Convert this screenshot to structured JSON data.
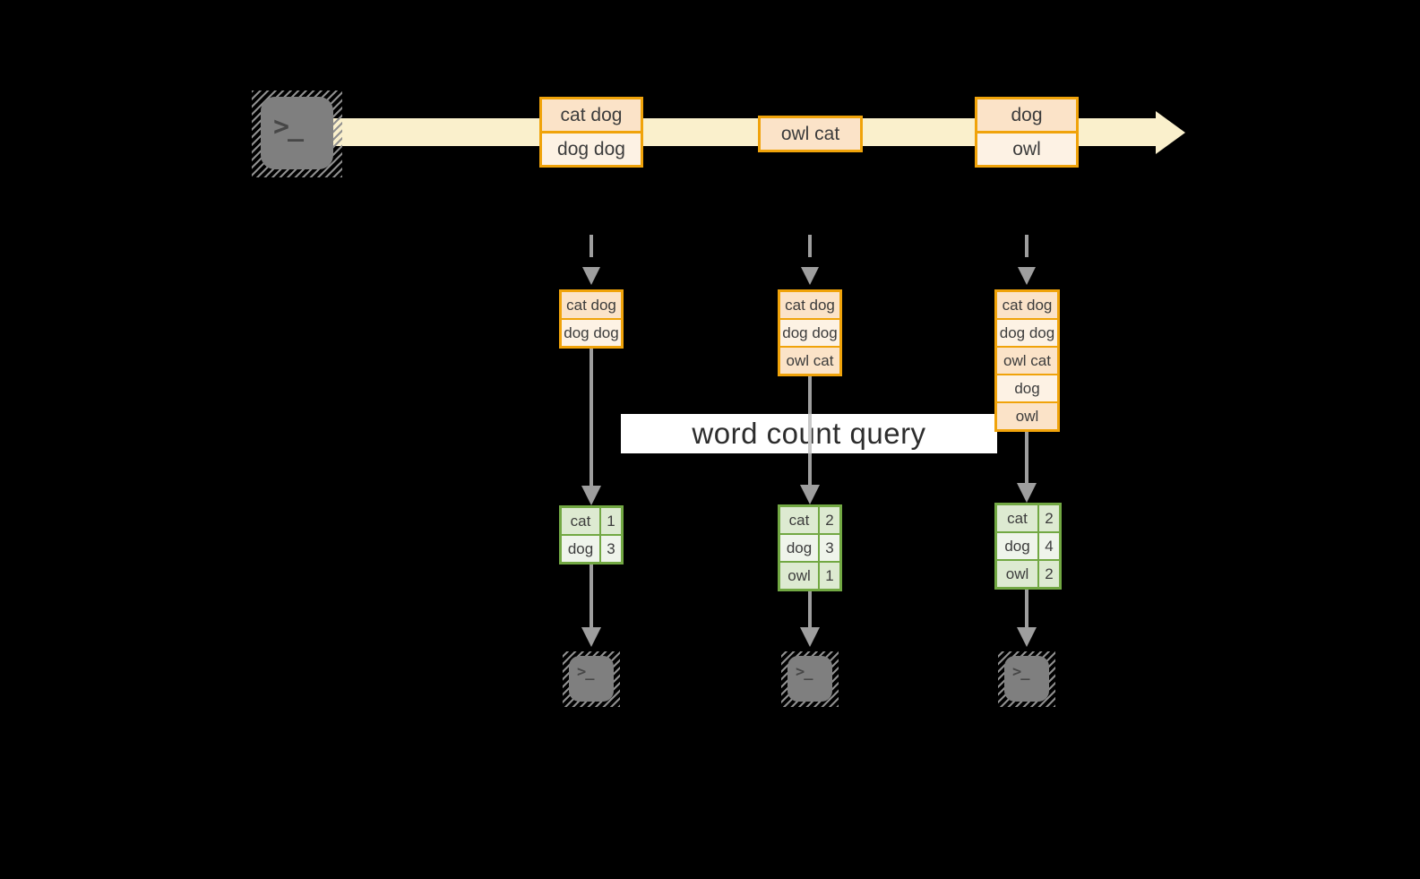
{
  "banner": {
    "label": "word count query"
  },
  "stream": {
    "events": [
      {
        "rows": [
          "cat dog",
          "dog dog"
        ]
      },
      {
        "rows": [
          "owl cat"
        ]
      },
      {
        "rows": [
          "dog",
          "owl"
        ]
      }
    ]
  },
  "columns": [
    {
      "snapshot": [
        "cat dog",
        "dog dog"
      ],
      "counts": [
        {
          "word": "cat",
          "count": "1"
        },
        {
          "word": "dog",
          "count": "3"
        }
      ]
    },
    {
      "snapshot": [
        "cat dog",
        "dog dog",
        "owl cat"
      ],
      "counts": [
        {
          "word": "cat",
          "count": "2"
        },
        {
          "word": "dog",
          "count": "3"
        },
        {
          "word": "owl",
          "count": "1"
        }
      ]
    },
    {
      "snapshot": [
        "cat dog",
        "dog dog",
        "owl cat",
        "dog",
        "owl"
      ],
      "counts": [
        {
          "word": "cat",
          "count": "2"
        },
        {
          "word": "dog",
          "count": "4"
        },
        {
          "word": "owl",
          "count": "2"
        }
      ]
    }
  ],
  "icons": {
    "terminal_prompt": ">_"
  },
  "colors": {
    "background": "#000000",
    "stream_cream": "#faf0cc",
    "accent_orange": "#f0a30a",
    "cell_peach": "#fbe3c8",
    "cell_light_peach": "#fdf2e4",
    "accent_green": "#72a843",
    "cell_green": "#ddead1",
    "cell_light_green": "#eff4eb",
    "arrow_gray": "#9e9e9e",
    "terminal_gray": "#7f7f7f"
  }
}
